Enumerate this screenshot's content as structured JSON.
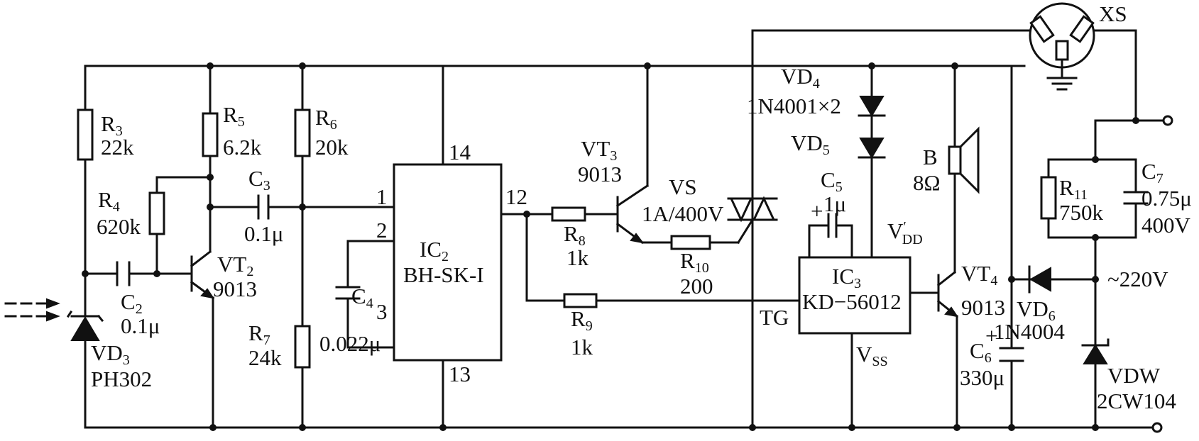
{
  "components": {
    "r3": {
      "ref": "R",
      "sub": "3",
      "value": "22k"
    },
    "r4": {
      "ref": "R",
      "sub": "4",
      "value": "620k"
    },
    "r5": {
      "ref": "R",
      "sub": "5",
      "value": "6.2k"
    },
    "r6": {
      "ref": "R",
      "sub": "6",
      "value": "20k"
    },
    "r7": {
      "ref": "R",
      "sub": "7",
      "value": "24k"
    },
    "r8": {
      "ref": "R",
      "sub": "8",
      "value": "1k"
    },
    "r9": {
      "ref": "R",
      "sub": "9",
      "value": "1k"
    },
    "r10": {
      "ref": "R",
      "sub": "10",
      "value": "200"
    },
    "r11": {
      "ref": "R",
      "sub": "11",
      "value": "750k"
    },
    "c2": {
      "ref": "C",
      "sub": "2",
      "value": "0.1μ"
    },
    "c3": {
      "ref": "C",
      "sub": "3",
      "value": "0.1μ"
    },
    "c4": {
      "ref": "C",
      "sub": "4",
      "value": "0.022μ"
    },
    "c5": {
      "ref": "C",
      "sub": "5",
      "value": "1μ"
    },
    "c6": {
      "ref": "C",
      "sub": "6",
      "value": "330μ"
    },
    "c7": {
      "ref": "C",
      "sub": "7",
      "value": "0.75μ",
      "value2": "400V"
    },
    "vt2": {
      "ref": "VT",
      "sub": "2",
      "value": "9013"
    },
    "vt3": {
      "ref": "VT",
      "sub": "3",
      "value": "9013"
    },
    "vt4": {
      "ref": "VT",
      "sub": "4",
      "value": "9013"
    },
    "vd3": {
      "ref": "VD",
      "sub": "3",
      "value": "PH302"
    },
    "vd4": {
      "ref": "VD",
      "sub": "4",
      "value": "1N4001×2"
    },
    "vd5": {
      "ref": "VD",
      "sub": "5"
    },
    "vd6": {
      "ref": "VD",
      "sub": "6",
      "value": "1N4004"
    },
    "vdw": {
      "ref": "VDW",
      "value": "2CW104"
    },
    "vs": {
      "ref": "VS",
      "value": "1A/400V"
    },
    "speaker": {
      "ref": "B",
      "value": "8Ω"
    },
    "socket": {
      "ref": "XS"
    },
    "ic2": {
      "ref": "IC",
      "sub": "2",
      "value": "BH-SK-I",
      "pins": {
        "p1": "1",
        "p2": "2",
        "p3": "3",
        "p12": "12",
        "p13": "13",
        "p14": "14"
      }
    },
    "ic3": {
      "ref": "IC",
      "sub": "3",
      "value": "KD−56012",
      "pins": {
        "vdd": "V",
        "vdd_sub": "DD",
        "vdd_mark": "′",
        "vss": "V",
        "vss_sub": "SS",
        "tg": "TG"
      }
    },
    "mains": {
      "label": "~220V"
    }
  },
  "colors": {
    "ink": "#111111",
    "paper": "#ffffff"
  }
}
